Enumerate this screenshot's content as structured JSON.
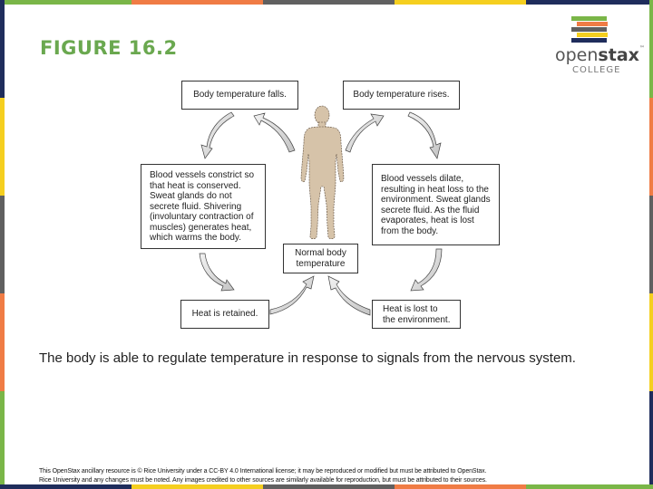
{
  "slide": {
    "title": "FIGURE 16.2",
    "caption": "The body is able to regulate temperature in response to signals from the nervous system.",
    "footer_line1": "This OpenStax ancillary resource is © Rice University under a CC-BY 4.0 International license; it may be reproduced or modified but must be attributed to OpenStax.",
    "footer_line2": "Rice University and any changes must be noted. Any images credited to other sources are similarly available for reproduction, but must be attributed to their sources."
  },
  "logo": {
    "word_light": "open",
    "word_bold": "stax",
    "trademark": "™",
    "sub": "COLLEGE"
  },
  "colors": {
    "green": "#7ab648",
    "orange": "#f07c45",
    "gray": "#606060",
    "yellow": "#f5cf1f",
    "navy": "#1f2d5c",
    "title_green": "#6aa84f",
    "skin": "#d6c3a9",
    "arrow_fill": "#d4d4d4"
  },
  "diagram": {
    "temp_falls": "Body temperature falls.",
    "temp_rises": "Body temperature rises.",
    "cold_response": "Blood vessels constrict so that heat is conserved. Sweat glands do not secrete fluid. Shivering (involuntary contraction of muscles) generates heat, which warms the body.",
    "hot_response": "Blood vessels dilate, resulting in heat loss to the environment. Sweat glands secrete fluid. As the fluid evaporates, heat is lost from the body.",
    "normal": "Normal body temperature",
    "heat_retained": "Heat is retained.",
    "heat_lost": "Heat is lost to the environment."
  }
}
